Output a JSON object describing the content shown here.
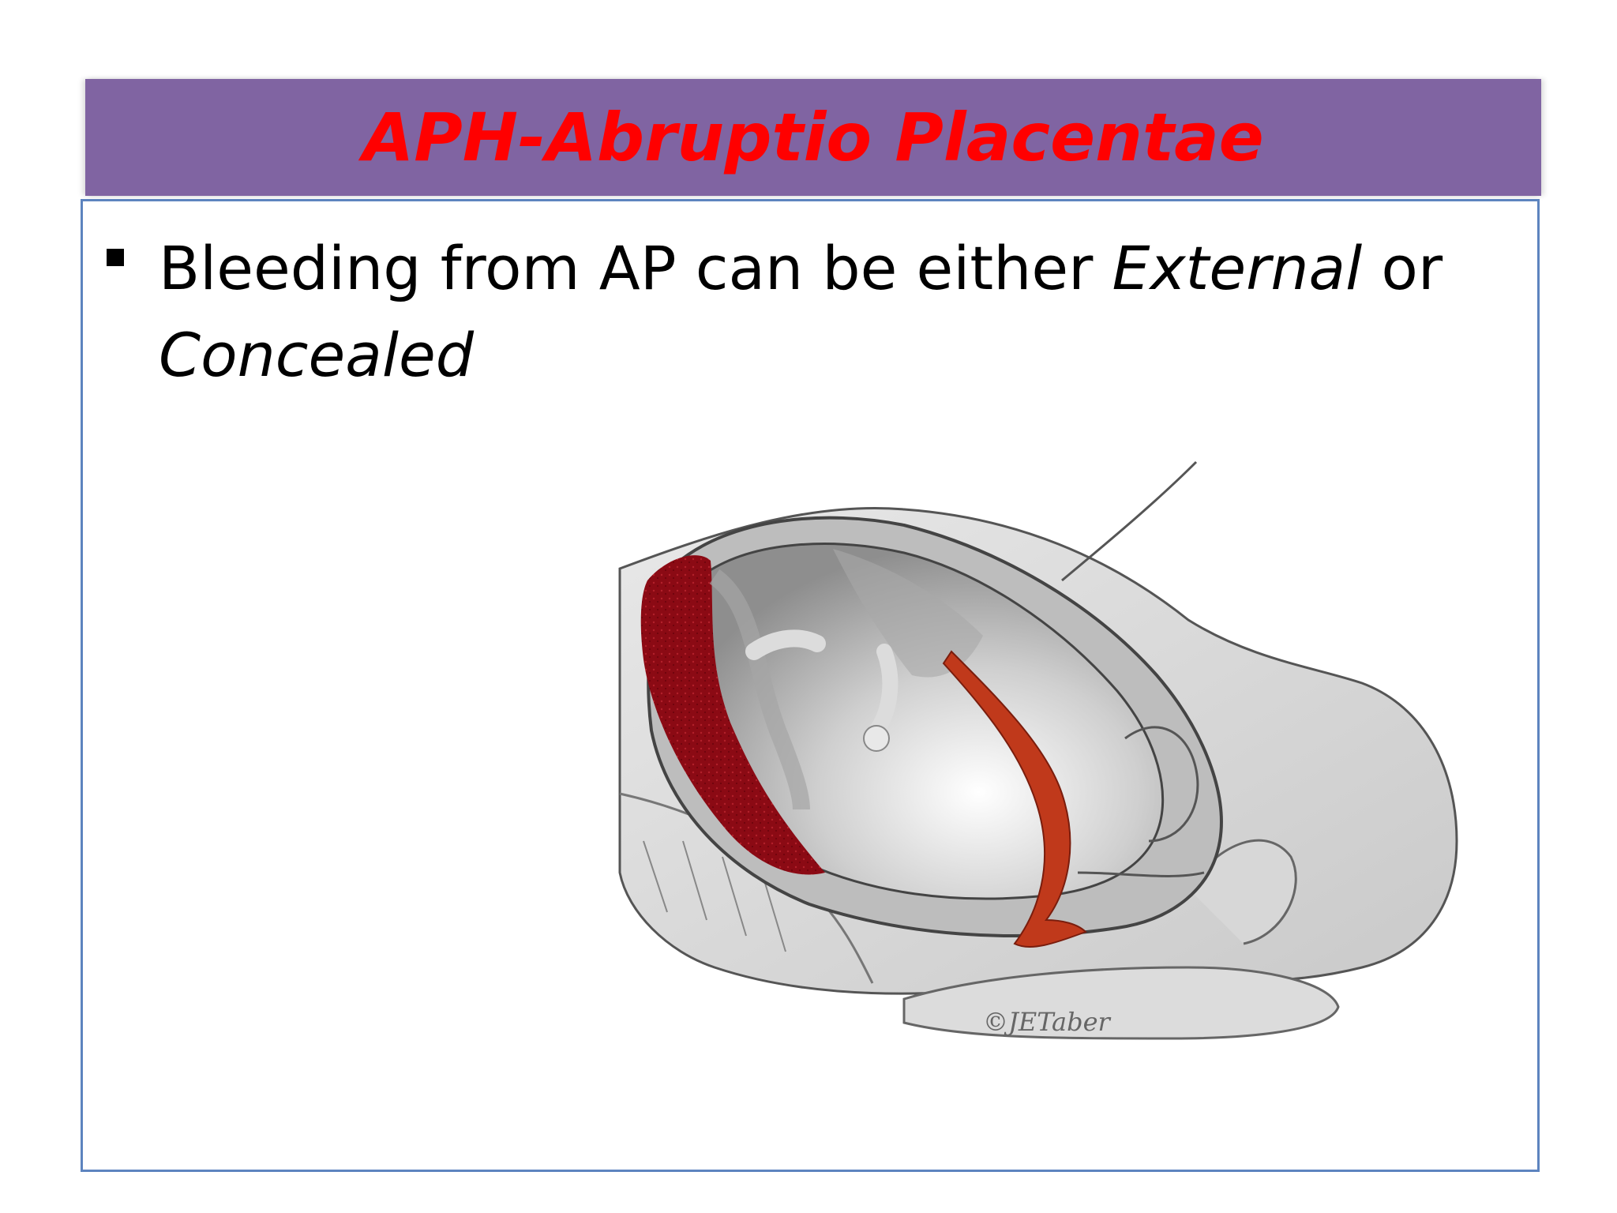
{
  "slide": {
    "title": "APH-Abruptio Placentae",
    "title_color": "#ff0000",
    "title_bar_color": "#8064a2",
    "border_color": "#5d84bf",
    "bullet": {
      "part1": "Bleeding from AP can be either ",
      "external": "External",
      "part2": " or ",
      "concealed": "Concealed"
    },
    "illustration": {
      "icon": "abruptio-placentae-cross-section-illustration",
      "signature": "©JETaber",
      "blood_color": "#8b0a14",
      "external_blood_color": "#c0391b"
    }
  }
}
